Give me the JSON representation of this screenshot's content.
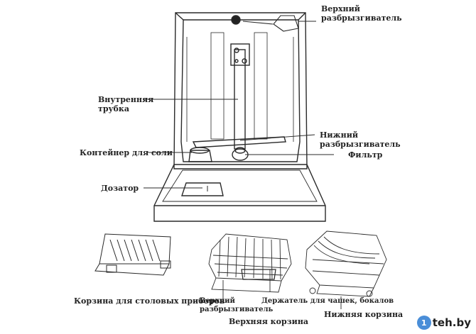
{
  "labels": {
    "upper_spray_arm": [
      "Верхний",
      "разбрызгиватель"
    ],
    "inner_tube": [
      "Внутренняя",
      "трубка"
    ],
    "lower_spray_arm": [
      "Нижний",
      "разбрызгиватель"
    ],
    "filter": "Фильтр",
    "salt_container": "Контейнер для соли",
    "dispenser": "Дозатор",
    "cutlery_basket": "Корзина для столовых приборов",
    "upper_basket_spray_arm": [
      "Верхний",
      "разбрызгиватель"
    ],
    "cup_holder": "Держатель для чашек, бокалов",
    "upper_basket": "Верхняя корзина",
    "lower_basket": "Нижняя корзина"
  },
  "watermark": {
    "badge": "1",
    "text": "teh.by"
  },
  "colors": {
    "line": "#2a2a2a",
    "watermark_blue": "#4a8ed8"
  }
}
